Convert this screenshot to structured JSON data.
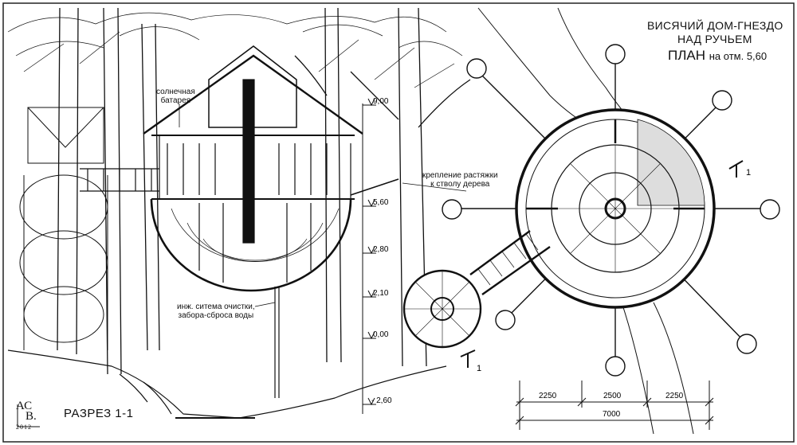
{
  "title": {
    "line1": "ВИСЯЧИЙ ДОМ-ГНЕЗДО",
    "line2": "НАД РУЧЬЕМ"
  },
  "plan": {
    "label": "ПЛАН",
    "level": "на отм. 5,60"
  },
  "section": {
    "label": "РАЗРЕЗ 1-1"
  },
  "notes": {
    "solar_line1": "солнечная",
    "solar_line2": "батарея",
    "anchor_line1": "крепление растяжки",
    "anchor_line2": "к стволу дерева",
    "eng_line1": "инж. ситема очистки,",
    "eng_line2": "забора-сброса воды"
  },
  "elevations": [
    "9,00",
    "5,60",
    "2,80",
    "2,10",
    "0,00",
    "- 2,60"
  ],
  "dimensions": {
    "segments": [
      "2250",
      "2500",
      "2250"
    ],
    "total": "7000"
  },
  "section_marks": [
    "1",
    "1"
  ],
  "author": {
    "monogram_top": "АС",
    "monogram_bottom": "В.",
    "year": "2012"
  }
}
